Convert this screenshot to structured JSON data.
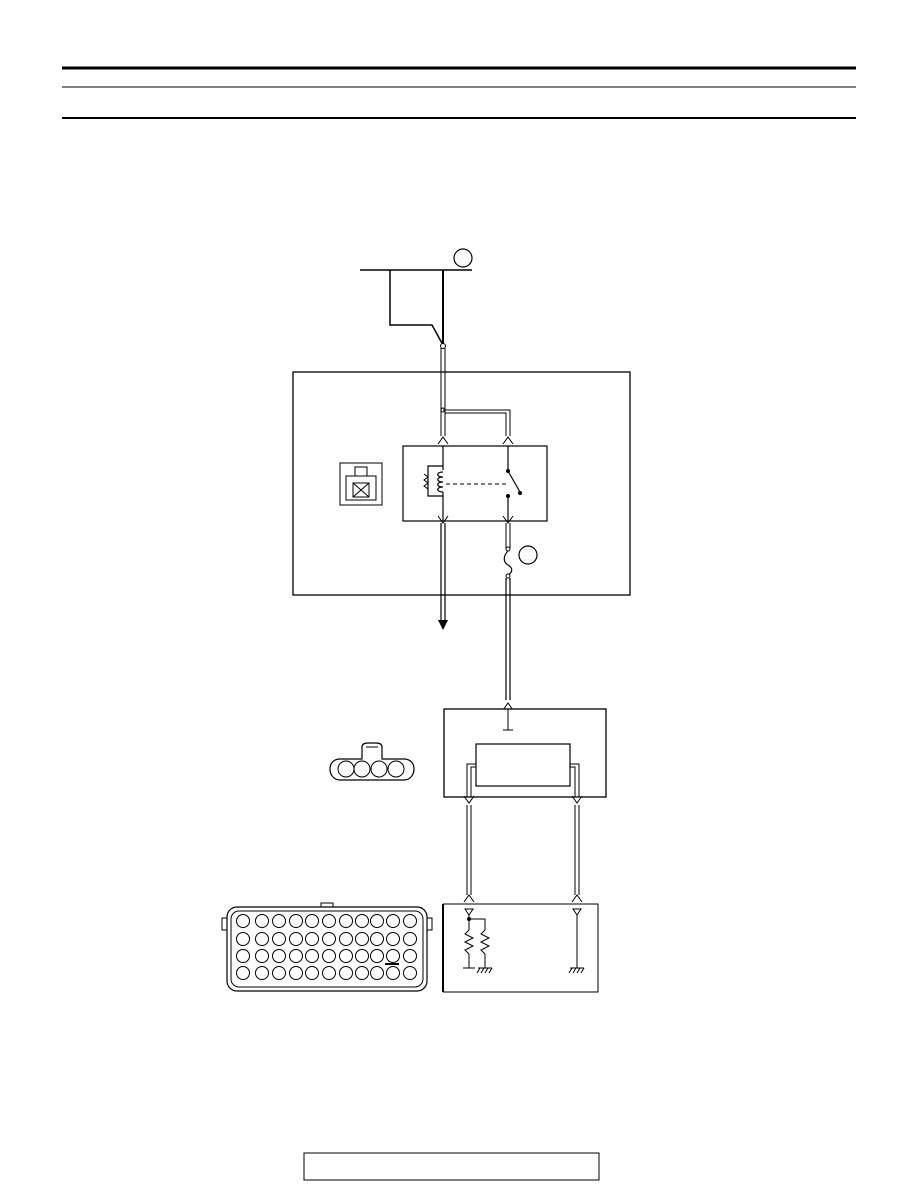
{
  "page": {
    "header_text": "",
    "subheader_text": "",
    "footer_text": ""
  },
  "diagram": {
    "callouts": [
      {
        "id": "A",
        "label": ""
      },
      {
        "id": "B",
        "label": ""
      }
    ],
    "components": [
      {
        "id": "relay-box",
        "label": ""
      },
      {
        "id": "relay",
        "label": ""
      },
      {
        "id": "fuse",
        "label": ""
      },
      {
        "id": "sensor-module",
        "label": ""
      },
      {
        "id": "sensor-element",
        "label": ""
      },
      {
        "id": "control-unit",
        "label": ""
      }
    ],
    "connectors": [
      {
        "id": "relay-connector",
        "label": ""
      },
      {
        "id": "four-pin-connector",
        "label": ""
      },
      {
        "id": "ecu-connector",
        "label": ""
      }
    ],
    "wires": [
      {
        "id": "power-feed",
        "label": ""
      },
      {
        "id": "relay-coil-feed",
        "label": ""
      },
      {
        "id": "relay-switch-feed",
        "label": ""
      },
      {
        "id": "ground-output",
        "label": ""
      },
      {
        "id": "fused-output",
        "label": ""
      },
      {
        "id": "sensor-left-signal",
        "label": ""
      },
      {
        "id": "sensor-right-signal",
        "label": ""
      }
    ]
  }
}
